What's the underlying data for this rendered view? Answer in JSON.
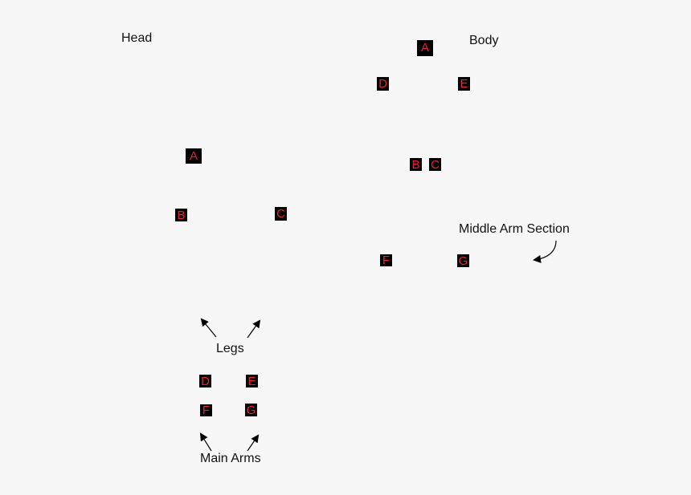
{
  "labels": {
    "head": "Head",
    "body": "Body",
    "middle_arm": "Middle Arm Section",
    "legs": "Legs",
    "main_arms": "Main Arms"
  },
  "markers": {
    "head": {
      "a": "A",
      "b": "B",
      "c": "C"
    },
    "body": {
      "a": "A",
      "b": "B",
      "c": "C",
      "d": "D",
      "e": "E",
      "f": "F",
      "g": "G"
    },
    "limbs": {
      "d": "D",
      "e": "E",
      "f": "F",
      "g": "G"
    }
  },
  "colors": {
    "background": "#f7f7f7",
    "marker_fill": "#000000",
    "marker_text": "#e8213a"
  }
}
